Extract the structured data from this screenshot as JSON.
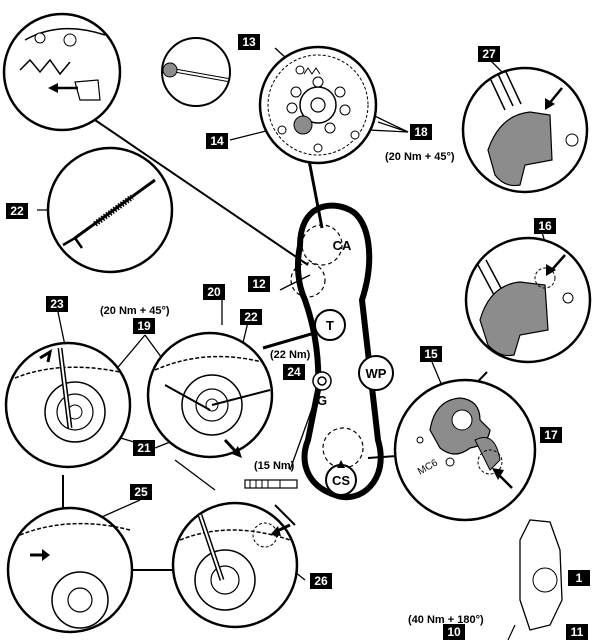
{
  "callouts": {
    "n1": "1",
    "n10": "10",
    "n11": "11",
    "n12": "12",
    "n13": "13",
    "n14": "14",
    "n15": "15",
    "n16": "16",
    "n17": "17",
    "n18": "18",
    "n19": "19",
    "n20": "20",
    "n21": "21",
    "n22a": "22",
    "n22b": "22",
    "n23": "23",
    "n24": "24",
    "n25": "25",
    "n26": "26",
    "n27": "27"
  },
  "pulleys": {
    "camshaft": "CA",
    "tensioner": "T",
    "water_pump": "WP",
    "crankshaft": "CS",
    "idler": "G"
  },
  "torques": {
    "camshaft_bolts": "(20 Nm + 45°)",
    "tensioner_nut": "(20 Nm + 45°)",
    "idler_bolt": "(22 Nm)",
    "stud": "(15 Nm)",
    "crank_bolt": "(40 Nm + 180°)"
  },
  "markings": {
    "crank_sprocket": "MC6"
  },
  "colors": {
    "callout_fill": "#000000",
    "callout_text": "#ffffff",
    "line": "#000000",
    "component_gray": "#8c8c8c",
    "detail_fill": "#ffffff"
  }
}
